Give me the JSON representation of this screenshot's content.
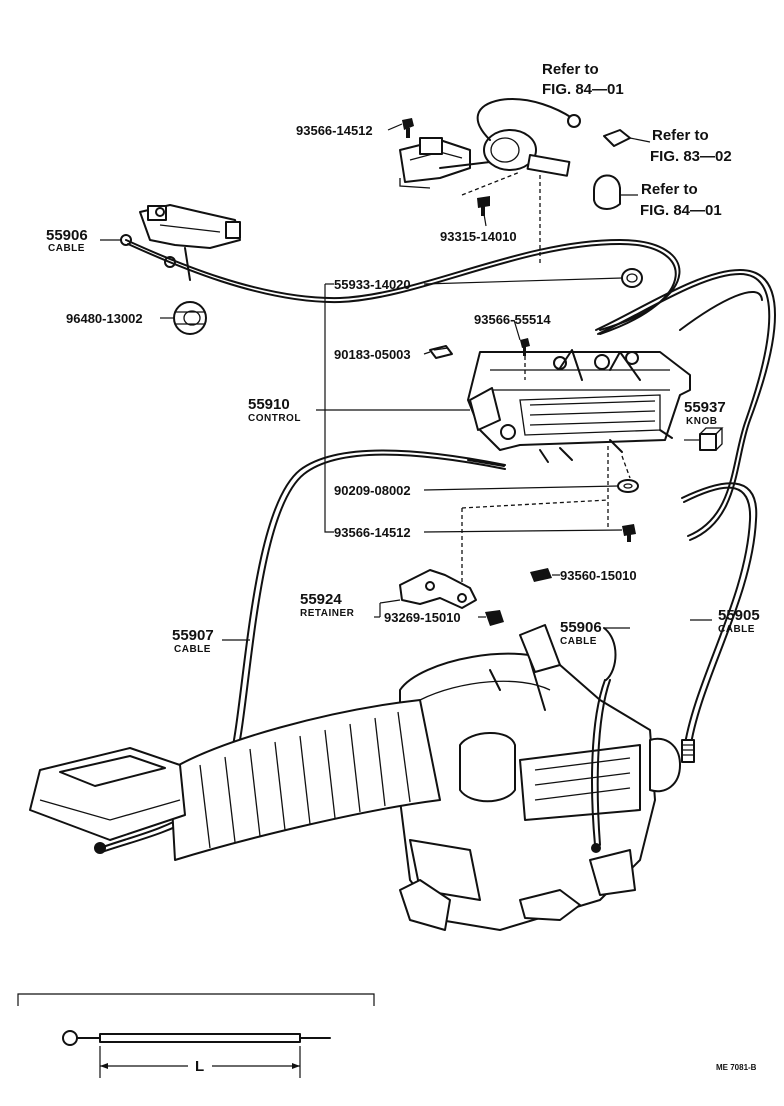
{
  "labels": {
    "ref_841_top": {
      "line1": "Refer to",
      "line2": "FIG. 84—01"
    },
    "ref_832": {
      "line1": "Refer to",
      "line2": "FIG. 83—02"
    },
    "ref_841_knob": {
      "line1": "Refer to",
      "line2": "FIG. 84—01"
    },
    "p93566_14512_top": "93566-14512",
    "p93315_14010": "93315-14010",
    "p55906_cable_left": {
      "number": "55906",
      "name": "CABLE"
    },
    "p55933_14020": "55933-14020",
    "p96480_13002": "96480-13002",
    "p93566_55514": "93566-55514",
    "p90183_05003": "90183-05003",
    "p55910": {
      "number": "55910",
      "name": "CONTROL"
    },
    "p55937": {
      "number": "55937",
      "name": "KNOB"
    },
    "p90209_08002": "90209-08002",
    "p93566_14512_bottom": "93566-14512",
    "p93560_15010": "93560-15010",
    "p55924": {
      "number": "55924",
      "name": "RETAINER"
    },
    "p93269_15010": "93269-15010",
    "p55907": {
      "number": "55907",
      "name": "CABLE"
    },
    "p55906_cable_right": {
      "number": "55906",
      "name": "CABLE"
    },
    "p55905": {
      "number": "55905",
      "name": "CABLE"
    },
    "dimension_l": "L",
    "drawing_code": "ME 7081-B"
  },
  "colors": {
    "ink": "#111111",
    "paper": "#ffffff"
  }
}
